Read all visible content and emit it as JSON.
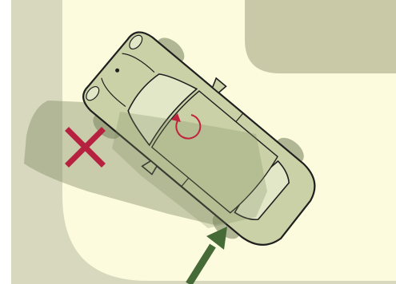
{
  "diagram": {
    "markers": {
      "wrong_approach": "cross-mark",
      "rotation": "rotation-arrow",
      "correct_approach": "arrow-up-right"
    },
    "colors": {
      "road": "#fdfbde",
      "ground": "#d7d8bd",
      "corner_block": "#c9c8a7",
      "shadow": "#7f8a62",
      "car_body": "#cbd1a6",
      "car_outline": "#1f1f1f",
      "window": "#e1e7c7",
      "cross": "#b5213f",
      "rotation": "#c0233d",
      "arrow": "#476b37"
    }
  }
}
